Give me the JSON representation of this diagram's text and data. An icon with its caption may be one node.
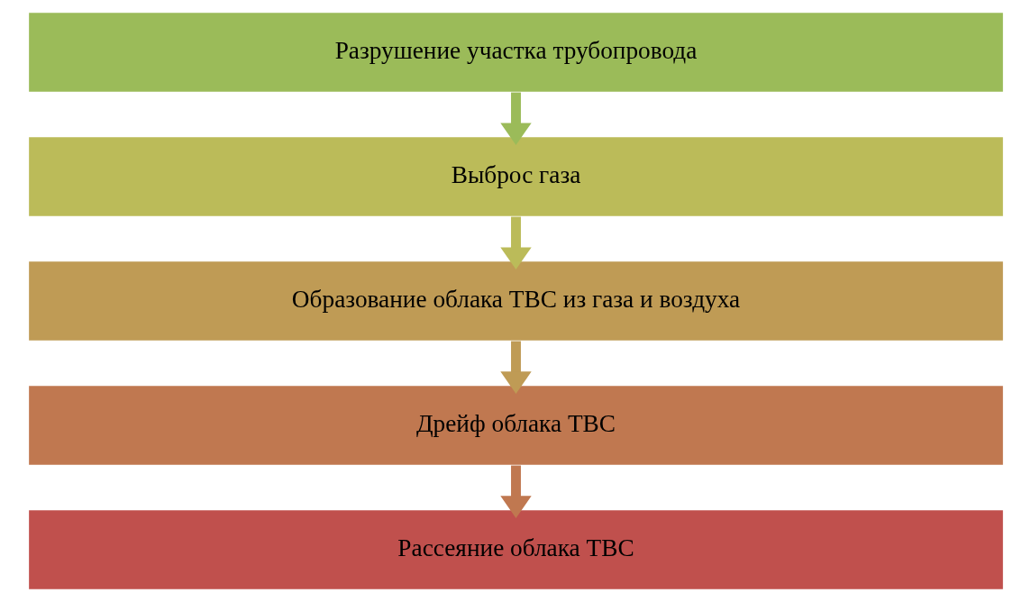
{
  "diagram": {
    "nodes": [
      {
        "text": [
          "Разрушение участка трубопровода"
        ]
      },
      {
        "text": [
          "Выброс газа"
        ]
      },
      {
        "text": [
          "Образование облака ТВС из газа и воздуха"
        ]
      },
      {
        "text": [
          "Дрейф облака ТВС"
        ]
      },
      {
        "text": [
          "Рассеяние облака ТВС"
        ]
      }
    ],
    "edges": [
      {
        "from": 0,
        "to": 1,
        "arrow": "to",
        "color": "#9bbb59"
      },
      {
        "from": 1,
        "to": 2,
        "arrow": "to",
        "color": "#bbbb59"
      },
      {
        "from": 2,
        "to": 3,
        "arrow": "to",
        "color": "#bf9b55"
      },
      {
        "from": 3,
        "to": 4,
        "arrow": "to",
        "color": "#c07850"
      }
    ]
  }
}
